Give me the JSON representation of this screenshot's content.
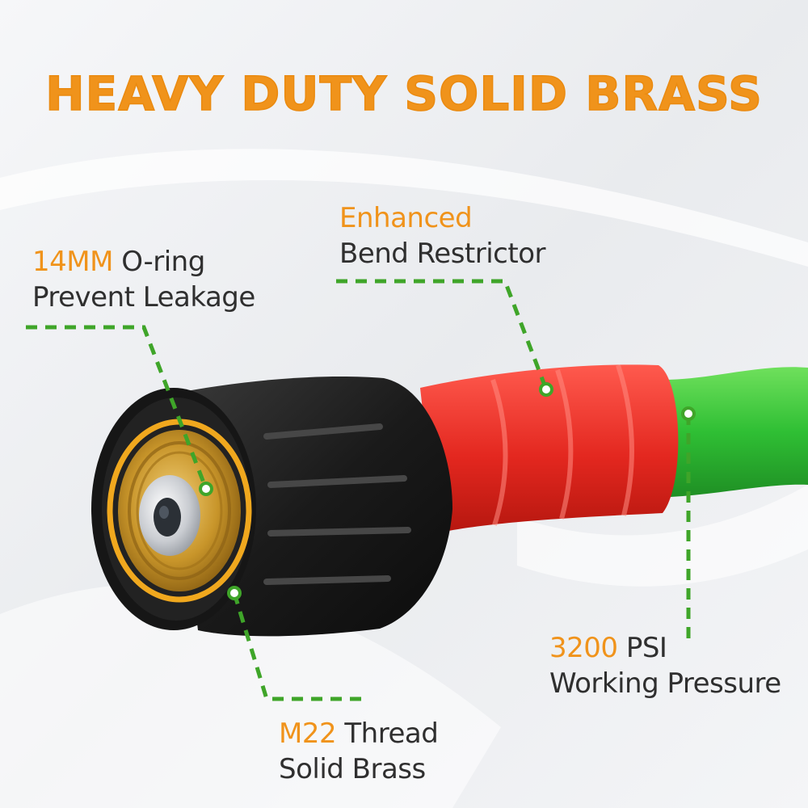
{
  "headline": "HEAVY DUTY SOLID BRASS",
  "callouts": {
    "oring": {
      "highlight": "14MM",
      "rest": " O-ring",
      "line2": "Prevent Leakage"
    },
    "bend": {
      "highlight": "Enhanced",
      "line2": "Bend Restrictor"
    },
    "psi": {
      "highlight": "3200",
      "rest": " PSI",
      "line2": "Working Pressure"
    },
    "m22": {
      "highlight": "M22",
      "rest": " Thread",
      "line2": "Solid Brass"
    }
  },
  "colors": {
    "accent_orange": "#f0931b",
    "leader_green": "#3fa529",
    "hose_green": "#3cc43a",
    "restrictor_red": "#e5322c",
    "fitting_black": "#1c1c1c",
    "brass": "#c99a2e",
    "text": "#2f2f2f"
  }
}
